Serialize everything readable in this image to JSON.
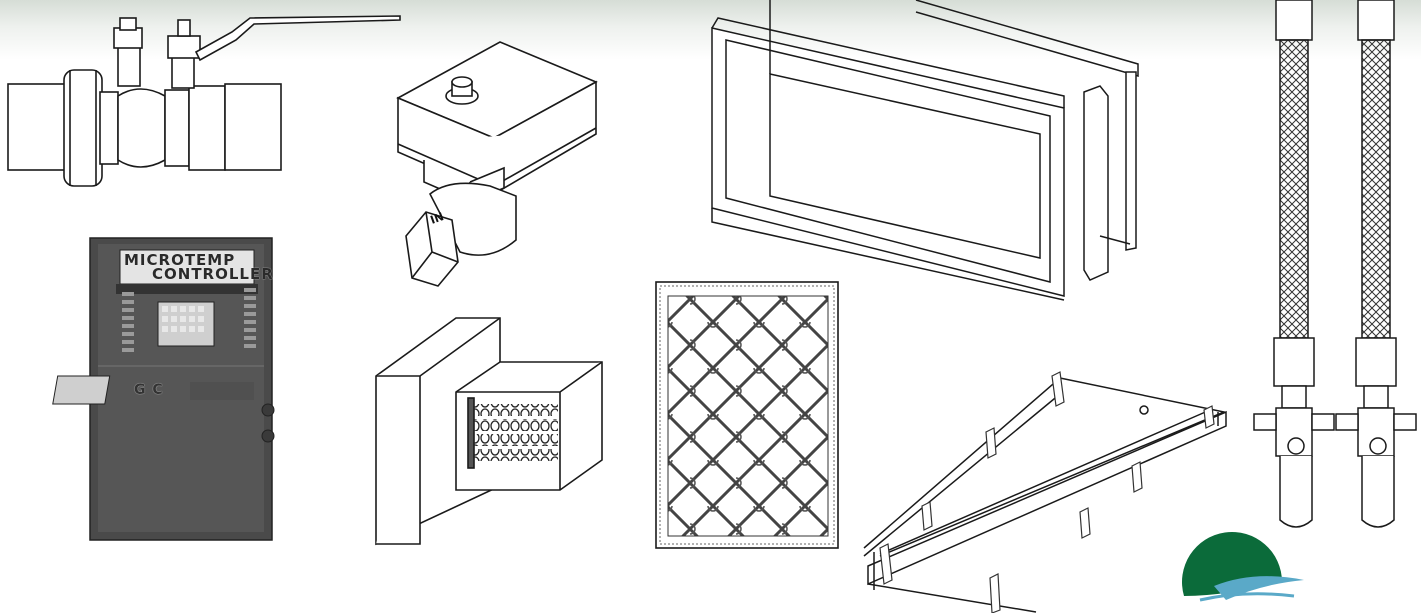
{
  "catalog": {
    "controller_panel": {
      "label_line1": "MICROTEMP",
      "label_line2": "CONTROLLER",
      "badge": "G C"
    },
    "valve_marking": "IN"
  },
  "colors": {
    "line_art": "#1a1a1a",
    "panel_body": "#4a4a4a",
    "logo_green": "#0b6b3a",
    "logo_wave": "#5aa9c8"
  }
}
